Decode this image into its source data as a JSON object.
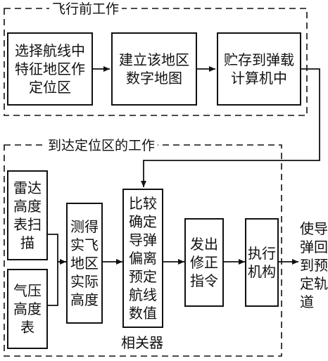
{
  "sections": {
    "pre_flight": "飞行前工作",
    "arrival": "到达定位区的工作"
  },
  "boxes": {
    "select_area": "选择航线中\n特征地区作\n定位区",
    "build_map": "建立该地区\n数字地图",
    "store": "贮存到弹载\n计算机中",
    "radar": "雷达\n高度\n表扫\n描",
    "barometer": "气压\n高度\n表",
    "measure": "测得\n实飞\n地区\n实际\n高度",
    "compare": "比较\n确定\n导弹\n偏离\n预定\n航线\n数值",
    "issue": "发出\n修正\n指令",
    "actuator": "执行\n机构"
  },
  "labels": {
    "correlator": "相关器",
    "output": "使导\n弹回\n到预\n定轨\n道"
  }
}
